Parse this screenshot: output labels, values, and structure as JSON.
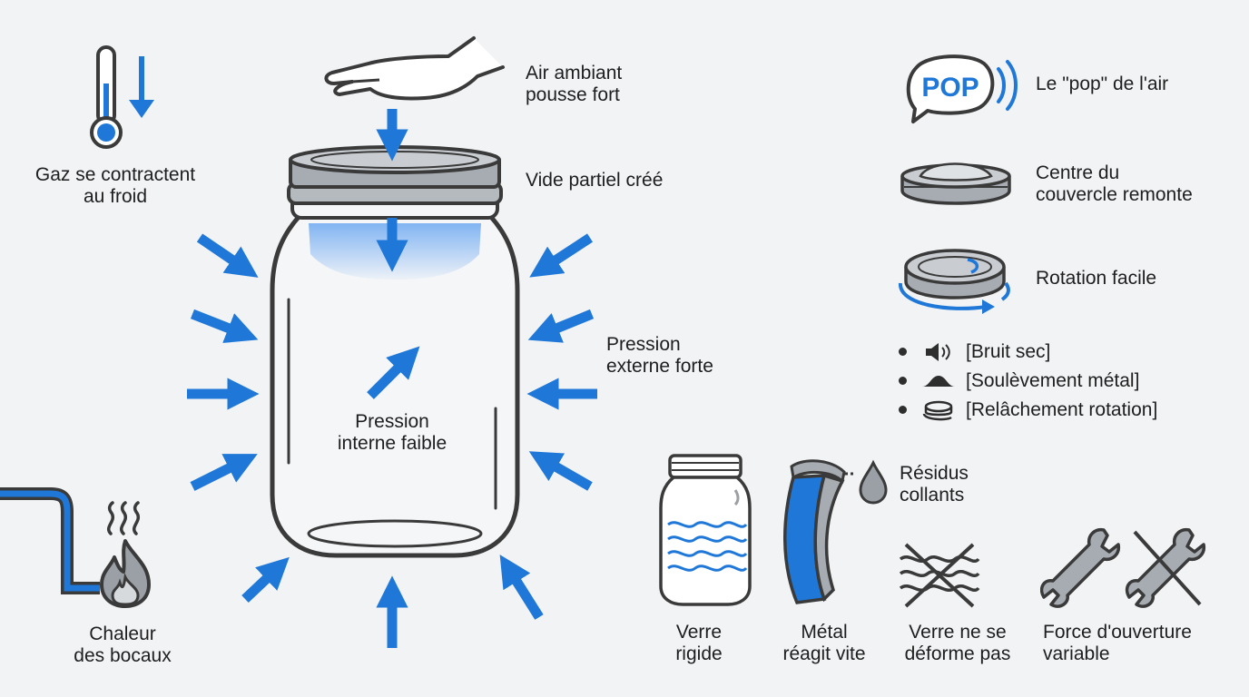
{
  "colors": {
    "accent": "#1f78d8",
    "outline": "#3a3a3a",
    "metal": "#a7acb2",
    "background": "#f1f3f5"
  },
  "labels": {
    "gas_contract": [
      "Gaz se contractent",
      "au froid"
    ],
    "ambient_air": [
      "Air ambiant",
      "pousse fort"
    ],
    "partial_vacuum": "Vide partiel créé",
    "external_pressure": [
      "Pression",
      "externe forte"
    ],
    "internal_pressure": [
      "Pression",
      "interne faible"
    ],
    "jar_heat": [
      "Chaleur",
      "des bocaux"
    ],
    "pop_air": "Le \"pop\" de l'air",
    "lid_center_rises": [
      "Centre du",
      "couvercle remonte"
    ],
    "easy_rotation": "Rotation facile",
    "sticky_residue": [
      "Résidus",
      "collants"
    ],
    "rigid_glass": [
      "Verre",
      "rigide"
    ],
    "metal_reacts": [
      "Métal",
      "réagit vite"
    ],
    "glass_no_deform": [
      "Verre ne se",
      "déforme pas"
    ],
    "opening_force": [
      "Force d'ouverture",
      "variable"
    ]
  },
  "pop_bubble_text": "POP",
  "legend": [
    {
      "icon": "speaker-icon",
      "text": "[Bruit sec]"
    },
    {
      "icon": "lid-bump-icon",
      "text": "[Soulèvement métal]"
    },
    {
      "icon": "lid-rotate-icon",
      "text": "[Relâchement rotation]"
    }
  ],
  "icons": [
    "thermometer-icon",
    "down-arrow-icon",
    "hand-icon",
    "mason-jar",
    "pressure-arrow-icon",
    "flame-icon",
    "steam-icon",
    "pipe-icon",
    "pop-speech-bubble-icon",
    "domed-lid-icon",
    "rotating-lid-icon",
    "glass-jar-icon",
    "metal-lid-band-icon",
    "droplet-icon",
    "crossed-glass-icon",
    "wrench-icon",
    "crossed-wrench-icon"
  ]
}
